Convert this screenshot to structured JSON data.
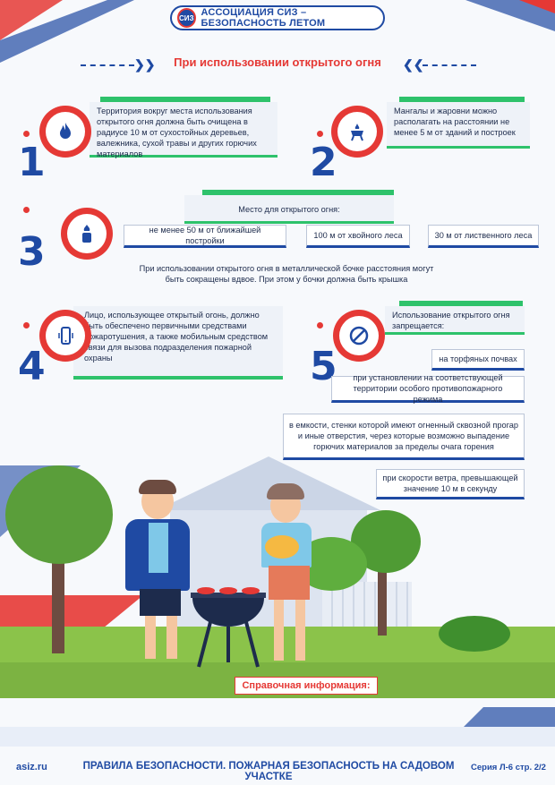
{
  "header": {
    "logo_text": "СИЗ",
    "title": "АССОЦИАЦИЯ СИЗ – БЕЗОПАСНОСТЬ ЛЕТОМ"
  },
  "section_title": "При использовании открытого огня",
  "steps": [
    {
      "number": "1",
      "icon": "fire-icon",
      "text": "Территория вокруг места использования открытого огня должна быть очищена в радиусе 10 м от сухостойных деревьев, валежника, сухой травы и других горючих материалов"
    },
    {
      "number": "2",
      "icon": "brazier-icon",
      "text": "Мангалы и жаровни можно располагать на расстоянии не менее 5 м от зданий и построек"
    },
    {
      "number": "3",
      "icon": "barrel-fire-icon",
      "text": "Место для открытого огня:",
      "distances": [
        "не менее 50 м от ближайшей постройки",
        "100 м от хвойного леса",
        "30 м от лиственного леса"
      ],
      "note": "При использовании открытого огня в металлической бочке расстояния могут быть сокращены вдвое. При этом у бочки должна быть крышка"
    },
    {
      "number": "4",
      "icon": "phone-icon",
      "text": "Лицо, использующее открытый огонь, должно быть обеспечено первичными средствами пожаротушения, а также мобильным средством связи для вызова подразделения пожарной охраны"
    },
    {
      "number": "5",
      "icon": "prohibited-icon",
      "text": "Использование открытого огня запрещается:",
      "items": [
        "на торфяных почвах",
        "при установлении на соответствующей территории особого противопожарного режима",
        "в емкости, стенки которой имеют огненный сквозной прогар и иные отверстия, через которые возможно выпадение горючих материалов за пределы очага горения",
        "при скорости ветра, превышающей значение 10 м в секунду"
      ]
    }
  ],
  "reference_banner": "Справочная информация:",
  "footer": {
    "site": "asiz.ru",
    "title": "ПРАВИЛА БЕЗОПАСНОСТИ. ПОЖАРНАЯ БЕЗОПАСНОСТЬ НА САДОВОМ УЧАСТКЕ",
    "series": "Серия Л-6 стр. 2/2"
  },
  "colors": {
    "primary": "#1f4aa3",
    "accent": "#e53935",
    "green": "#2ec26b"
  }
}
